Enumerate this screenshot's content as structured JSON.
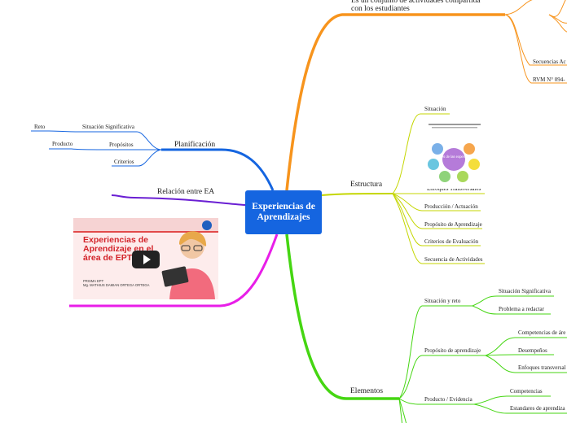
{
  "central": {
    "title": "Experiencias de Aprendizajes"
  },
  "branches": {
    "top": {
      "title": "Es un conjunto de actividades compartida con los estudiantes",
      "children": [
        "Secuencias Ac",
        "RVM N° 094-"
      ]
    },
    "estructura": {
      "title": "Estructura",
      "children": [
        "Situación",
        "Enfoques Transversales",
        "Producción / Actuación",
        "Propósito de Aprendizaje",
        "Criterios de Evaluación",
        "Secuencia de Actividades"
      ]
    },
    "elementos": {
      "title": "Elementos",
      "children": [
        {
          "label": "Situación y reto",
          "children": [
            "Situación Significativa",
            "Problema a redactar"
          ]
        },
        {
          "label": "Propósito de aprendizaje",
          "children": [
            "Competencias de áre",
            "Desempeños",
            "Enfoques transversal"
          ]
        },
        {
          "label": "Producto / Evidencia",
          "children": [
            "Competencias",
            "Estandares de aprendiza"
          ]
        }
      ]
    },
    "planificacion": {
      "title": "Planificación",
      "children": [
        {
          "label": "Situación Significativa",
          "children": [
            "Reto"
          ]
        },
        {
          "label": "Propósitos",
          "children": [
            "Producto"
          ]
        },
        {
          "label": "Criterios",
          "children": []
        }
      ]
    },
    "relacion": {
      "title": "Relación entre EA"
    }
  },
  "video": {
    "title": "Experiencias de Aprendizaje en el área de EPT",
    "subtitle": "PRISMA EPT",
    "byline": "Mg. MATHIUS DAMIAN ORTEGA ORTEGA",
    "icons": [
      "play-icon",
      "logo-icon"
    ]
  },
  "infographic": {
    "title": "5 claves de las experiencias"
  },
  "colors": {
    "central": "#1565e0",
    "top": "#f7941d",
    "estructura": "#c4d600",
    "elementos": "#45d612",
    "planificacion": "#1565e0",
    "relacion": "#6a1fd3",
    "video": "#e81ee8"
  }
}
